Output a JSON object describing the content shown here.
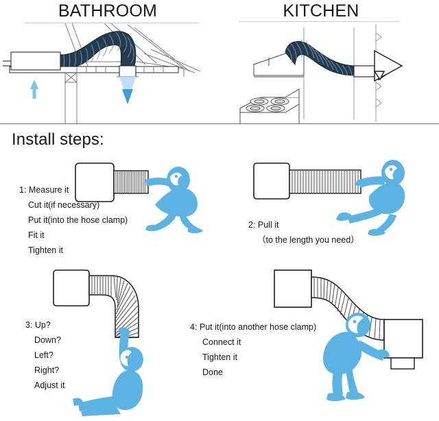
{
  "document": {
    "title": "Flexible Duct Installation Guide",
    "background_color": "#ffffff"
  },
  "palette": {
    "figure_blue": "#5bb3e4",
    "arrow_blue_light": "#7cc6ea",
    "arrow_blue_dark": "#3a9fd8",
    "hose_dark": "#223b51",
    "hose_dark_rib": "#0f2434",
    "hose_highlight": "#46637c",
    "outline": "#1a1a1a",
    "line_gray": "#7b7b7b",
    "line_light_gray": "#c9c9c9",
    "duct_rib": "#6b6b6b",
    "duct_fill": "#f2f2f2",
    "divider": "#6e6e6e",
    "text": "#141414"
  },
  "applications": {
    "panels": [
      {
        "id": "bathroom",
        "title": "BATHROOM",
        "icons": {
          "inlet_arrow": "arrow-up-icon",
          "outlet_arrow": "arrow-down-icon"
        }
      },
      {
        "id": "kitchen",
        "title": "KITCHEN",
        "icons": {
          "wall_outlet_arrow": "arrow-right-icon",
          "cooktop": "stove-burners-icon"
        }
      }
    ]
  },
  "steps_section": {
    "heading": "Install steps:",
    "steps": [
      {
        "number": "1",
        "lines": [
          "1: Measure it",
          "Cut it(if necessary)",
          "Put it(into the hose clamp)",
          "Fit it",
          "Tighten it"
        ],
        "art": "compressed-duct-with-person-pushing"
      },
      {
        "number": "2",
        "lines": [
          "2: Pull it",
          "（to the length you need）"
        ],
        "art": "extended-duct-with-person-pulling"
      },
      {
        "number": "3",
        "lines": [
          "3: Up?",
          "Down?",
          "Left?",
          "Right?",
          "Adjust it"
        ],
        "art": "elbow-duct-with-person-adjusting"
      },
      {
        "number": "4",
        "lines": [
          "4: Put it(into another hose clamp)",
          "Connect it",
          "Tighten it",
          "Done"
        ],
        "art": "s-curve-duct-with-person-connecting"
      }
    ]
  }
}
